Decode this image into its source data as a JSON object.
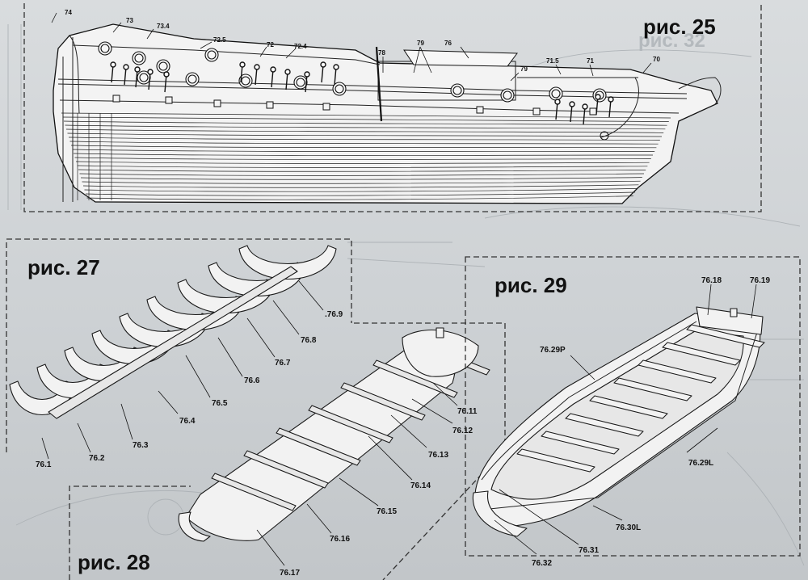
{
  "figures": {
    "fig25": "рис. 25",
    "fig27": "рис. 27",
    "fig28": "рис. 28",
    "fig29": "рис. 29",
    "ghost32": "рис. 32"
  },
  "labels25": [
    "74",
    "73",
    "73.4",
    "72.5",
    "72",
    "72.4",
    "79",
    "76",
    "78",
    "79",
    "71.5",
    "71",
    "70"
  ],
  "labels27": [
    "76.1",
    "76.2",
    "76.3",
    "76.4",
    "76.5",
    "76.6",
    "76.7",
    "76.8",
    ".76.9"
  ],
  "labels28": [
    "76.11",
    "76.12",
    "76.13",
    "76.14",
    "76.15",
    "76.16",
    "76.17"
  ],
  "labels29": [
    "76.18",
    "76.19",
    "76.29P",
    "76.29L",
    "76.30L",
    "76.31",
    "76.32"
  ]
}
